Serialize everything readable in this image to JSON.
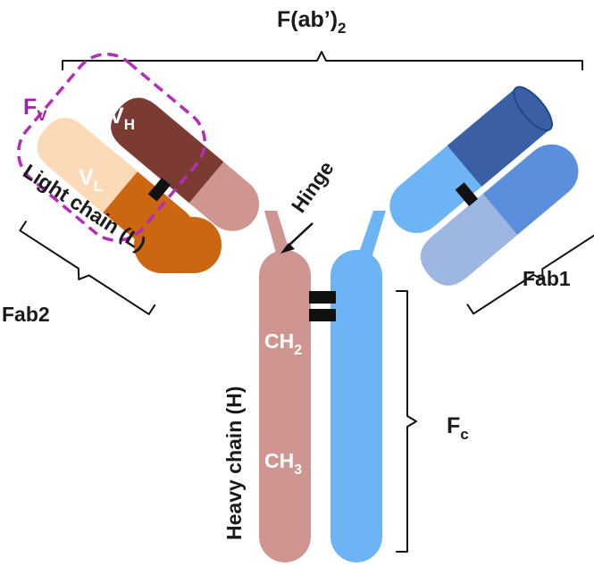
{
  "labels": {
    "fab2_outer": "F(ab’)",
    "fab2_outer_sub": "2",
    "fv": "F",
    "fv_sub": "V",
    "vh": "V",
    "vh_sub": "H",
    "vl": "V",
    "vl_sub": "L",
    "light_chain": "Light chain (L)",
    "hinge": "Hinge",
    "fab1": "Fab1",
    "fab2": "Fab2",
    "ch2": "CH",
    "ch2_sub": "2",
    "ch3": "CH",
    "ch3_sub": "3",
    "heavy_chain": "Heavy chain (H)",
    "fc": "F",
    "fc_sub": "c"
  },
  "colors": {
    "heavy_left": "#cf9591",
    "vh_dark": "#7b3a32",
    "vl_light": "#fcdab8",
    "light_left_orange": "#cc6610",
    "heavy_right": "#6cb4f4",
    "vh_right_dark": "#3a5fa5",
    "light_right": "#5b8fdc",
    "vl_right_pale": "#9db7e2",
    "fv_outline": "#b22fb5",
    "disulfide": "#111111"
  }
}
